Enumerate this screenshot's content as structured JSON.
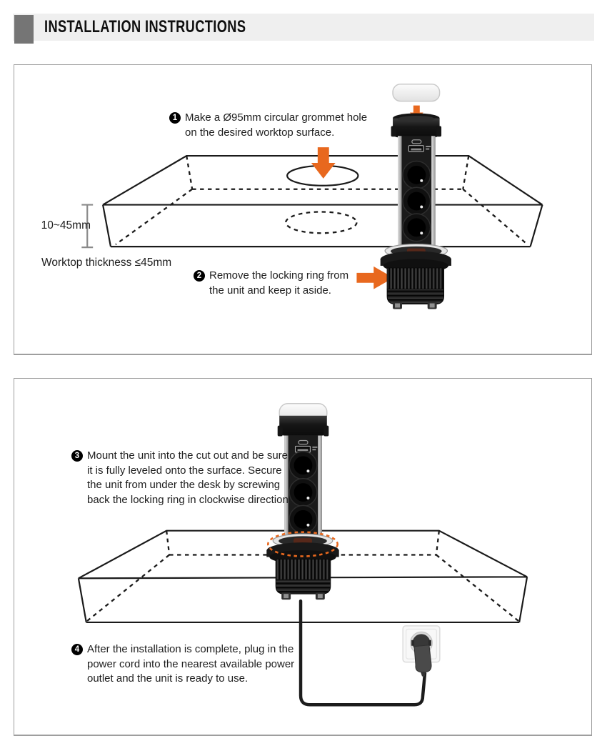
{
  "header": {
    "title": "INSTALLATION INSTRUCTIONS"
  },
  "panel1": {
    "steps": [
      {
        "num": "1",
        "text": "Make a Ø95mm circular grommet hole on the desired worktop surface."
      },
      {
        "num": "2",
        "text": "Remove the locking ring from the unit and keep it aside."
      }
    ],
    "dimension_label": "10~45mm",
    "thickness_note": "Worktop thickness ≤45mm"
  },
  "panel2": {
    "steps": [
      {
        "num": "3",
        "text": "Mount the unit into the cut out and be sure it is fully leveled onto the surface. Secure the unit from under the desk by screwing back the locking ring in clockwise direction."
      },
      {
        "num": "4",
        "text": "After the installation is complete, plug in the power cord into the nearest available power outlet and the unit is ready to use."
      }
    ]
  },
  "icons": {
    "grommet-hole-arrow": "orange down-arrow",
    "cap-drop-arrow": "orange small down-arrow",
    "locking-ring-arrow": "orange right-arrow",
    "locking-ring-highlight": "orange dashed ellipse"
  },
  "colors": {
    "accent_orange": "#E8681E",
    "header_bar_bg": "#EFEFEF",
    "header_square": "#757575",
    "panel_border": "#9E9E9E",
    "line_black": "#1A1A1A"
  }
}
